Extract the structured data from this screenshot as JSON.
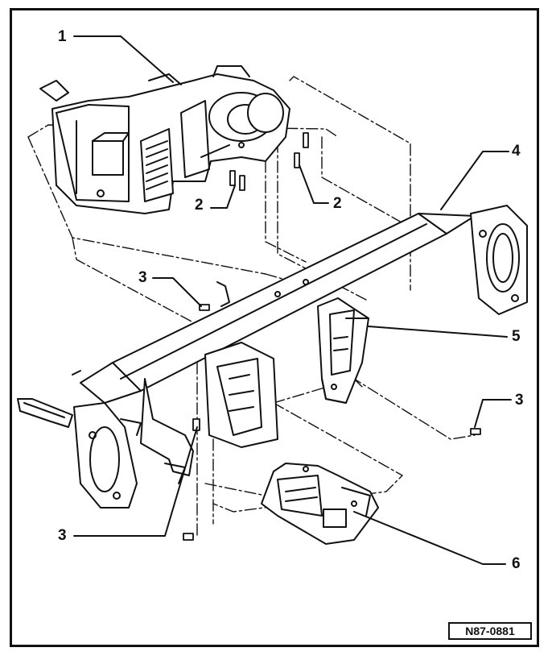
{
  "callouts": {
    "c1": "1",
    "c2a": "2",
    "c2b": "2",
    "c3a": "3",
    "c3b": "3",
    "c3c": "3",
    "c4": "4",
    "c5": "5",
    "c6": "6"
  },
  "reference_code": "N87-0881",
  "colors": {
    "line": "#111111",
    "background": "#ffffff"
  }
}
